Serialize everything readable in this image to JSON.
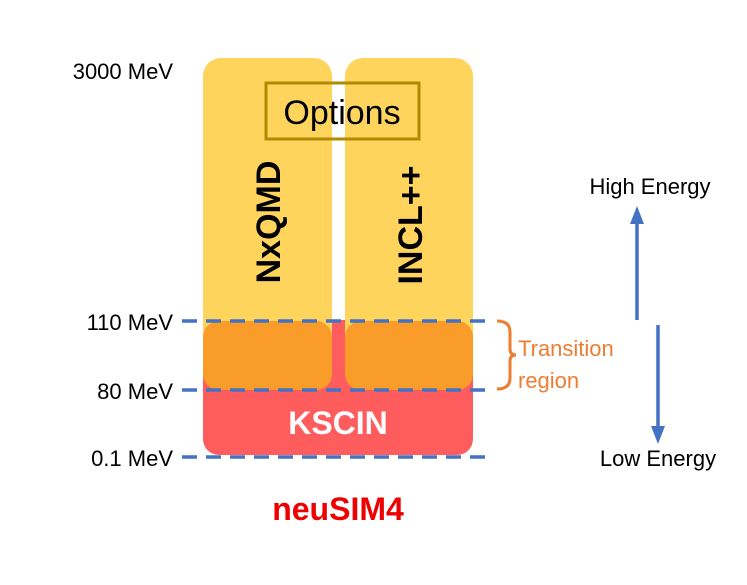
{
  "energy_levels": {
    "top": "3000 MeV",
    "upper": "110 MeV",
    "lower": "80 MeV",
    "bottom": "0.1 MeV"
  },
  "models": {
    "left": "NxQMD",
    "right": "INCL++",
    "low": "KSCIN",
    "options": "Options"
  },
  "transition": {
    "line1": "Transition",
    "line2": "region"
  },
  "direction": {
    "high": "High Energy",
    "low": "Low Energy"
  },
  "title": "neuSIM4",
  "colors": {
    "high_block": "#FFD45C",
    "transition_block": "#F99C2A",
    "low_block": "#FF5D5D",
    "options_border": "#B28A00",
    "dashed_line": "#4472C4",
    "arrow": "#4472C4",
    "transition_text": "#ED7D31",
    "title": "#EE0000",
    "block_text": "#000000",
    "kscin_text": "#ffffff"
  }
}
